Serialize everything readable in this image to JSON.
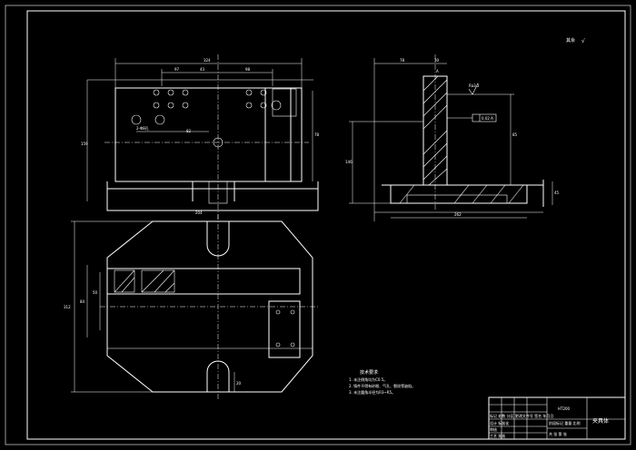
{
  "corner_mark": "其余",
  "corner_symbol": "√",
  "dimensions_front": {
    "overall_width": "324",
    "dim_97": "97",
    "dim_98": "98",
    "dim_height": "159",
    "dim_78": "78",
    "dim_43": "43",
    "dim_82": "82",
    "dim_hole": "2-Φ8孔",
    "dim_base": "204"
  },
  "dimensions_side": {
    "dim_78": "78",
    "dim_30": "30",
    "dim_85": "85",
    "dim_146": "146",
    "dim_45": "45",
    "label_datum": "A",
    "label_tol": "0.02 A",
    "surface_finish": "Ra3.2",
    "bottom_dim": "262"
  },
  "dimensions_plan": {
    "dim_total": "312",
    "dim_width": "84",
    "dim_inner": "50",
    "dim_slot": "20"
  },
  "notes": {
    "title": "技术要求",
    "line1": "1. 未注倒角均为C0.5。",
    "line2": "2. 铸件不得有砂眼、气孔、裂纹等缺陷。",
    "line3": "3. 未注圆角半径为R3~R5。"
  },
  "title_block": {
    "part_name": "夹具体",
    "material": "HT200",
    "row1": "标记  处数  分区  更改文件号  签名  年月日",
    "row2": "设计      标准化",
    "row3": "审核",
    "row4": "工艺      批准",
    "stage": "阶段标记  重量  比例",
    "sheet": "共  张  第  张"
  }
}
